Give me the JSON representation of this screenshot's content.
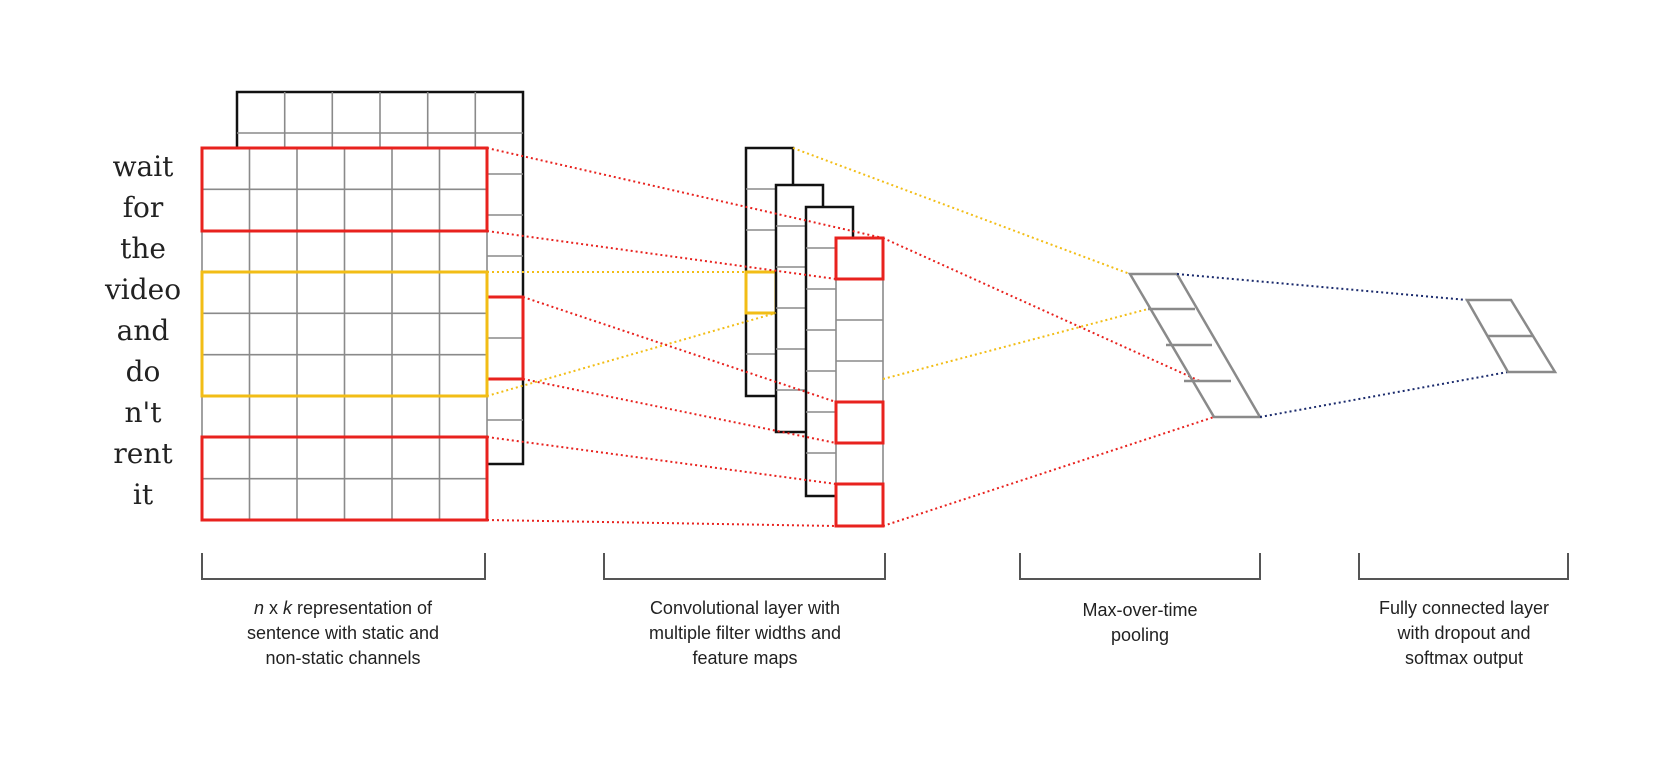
{
  "words": [
    "wait",
    "for",
    "the",
    "video",
    "and",
    "do",
    "n't",
    "rent",
    "it"
  ],
  "captions": {
    "input": {
      "n_var": "n",
      "x_sep": " x ",
      "k_var": "k",
      "line1_rest": " representation of",
      "line2": "sentence with static and",
      "line3": "non-static channels"
    },
    "conv": {
      "line1": "Convolutional layer with",
      "line2": "multiple filter widths and",
      "line3": "feature maps"
    },
    "pool": {
      "line1": "Max-over-time",
      "line2": "pooling"
    },
    "fc": {
      "line1": "Fully connected layer",
      "line2": "with dropout and",
      "line3": "softmax output"
    }
  },
  "colors": {
    "filter_red": "#e8221e",
    "filter_yellow": "#f2bd16",
    "grid_gray": "#8a8a8a",
    "outline_black": "#111111",
    "link_navy": "#1a2a6c"
  }
}
